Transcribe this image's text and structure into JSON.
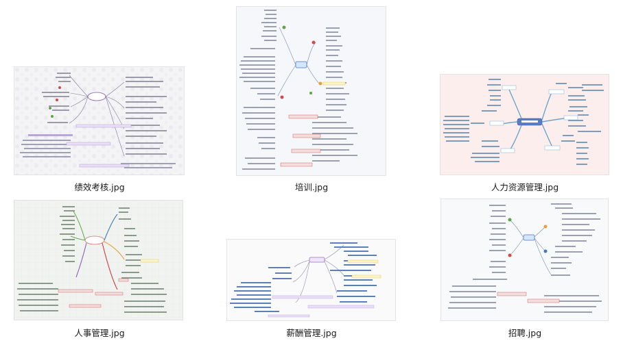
{
  "files": [
    {
      "name": "绩效考核.jpg",
      "icon": "mindmap-thumbnail-icon"
    },
    {
      "name": "培训.jpg",
      "icon": "mindmap-thumbnail-icon"
    },
    {
      "name": "人力资源管理.jpg",
      "icon": "mindmap-thumbnail-icon"
    },
    {
      "name": "人事管理.jpg",
      "icon": "mindmap-thumbnail-icon"
    },
    {
      "name": "薪酬管理.jpg",
      "icon": "mindmap-thumbnail-icon"
    },
    {
      "name": "招聘.jpg",
      "icon": "mindmap-thumbnail-icon"
    }
  ],
  "colors": {
    "background": "#ffffff",
    "caption": "#1a1a1a",
    "branch_blue": "#3d7cc9",
    "branch_green": "#6aa84f",
    "branch_red": "#cc3d3d",
    "branch_purple": "#8e5fb5",
    "branch_orange": "#e6a23c"
  }
}
